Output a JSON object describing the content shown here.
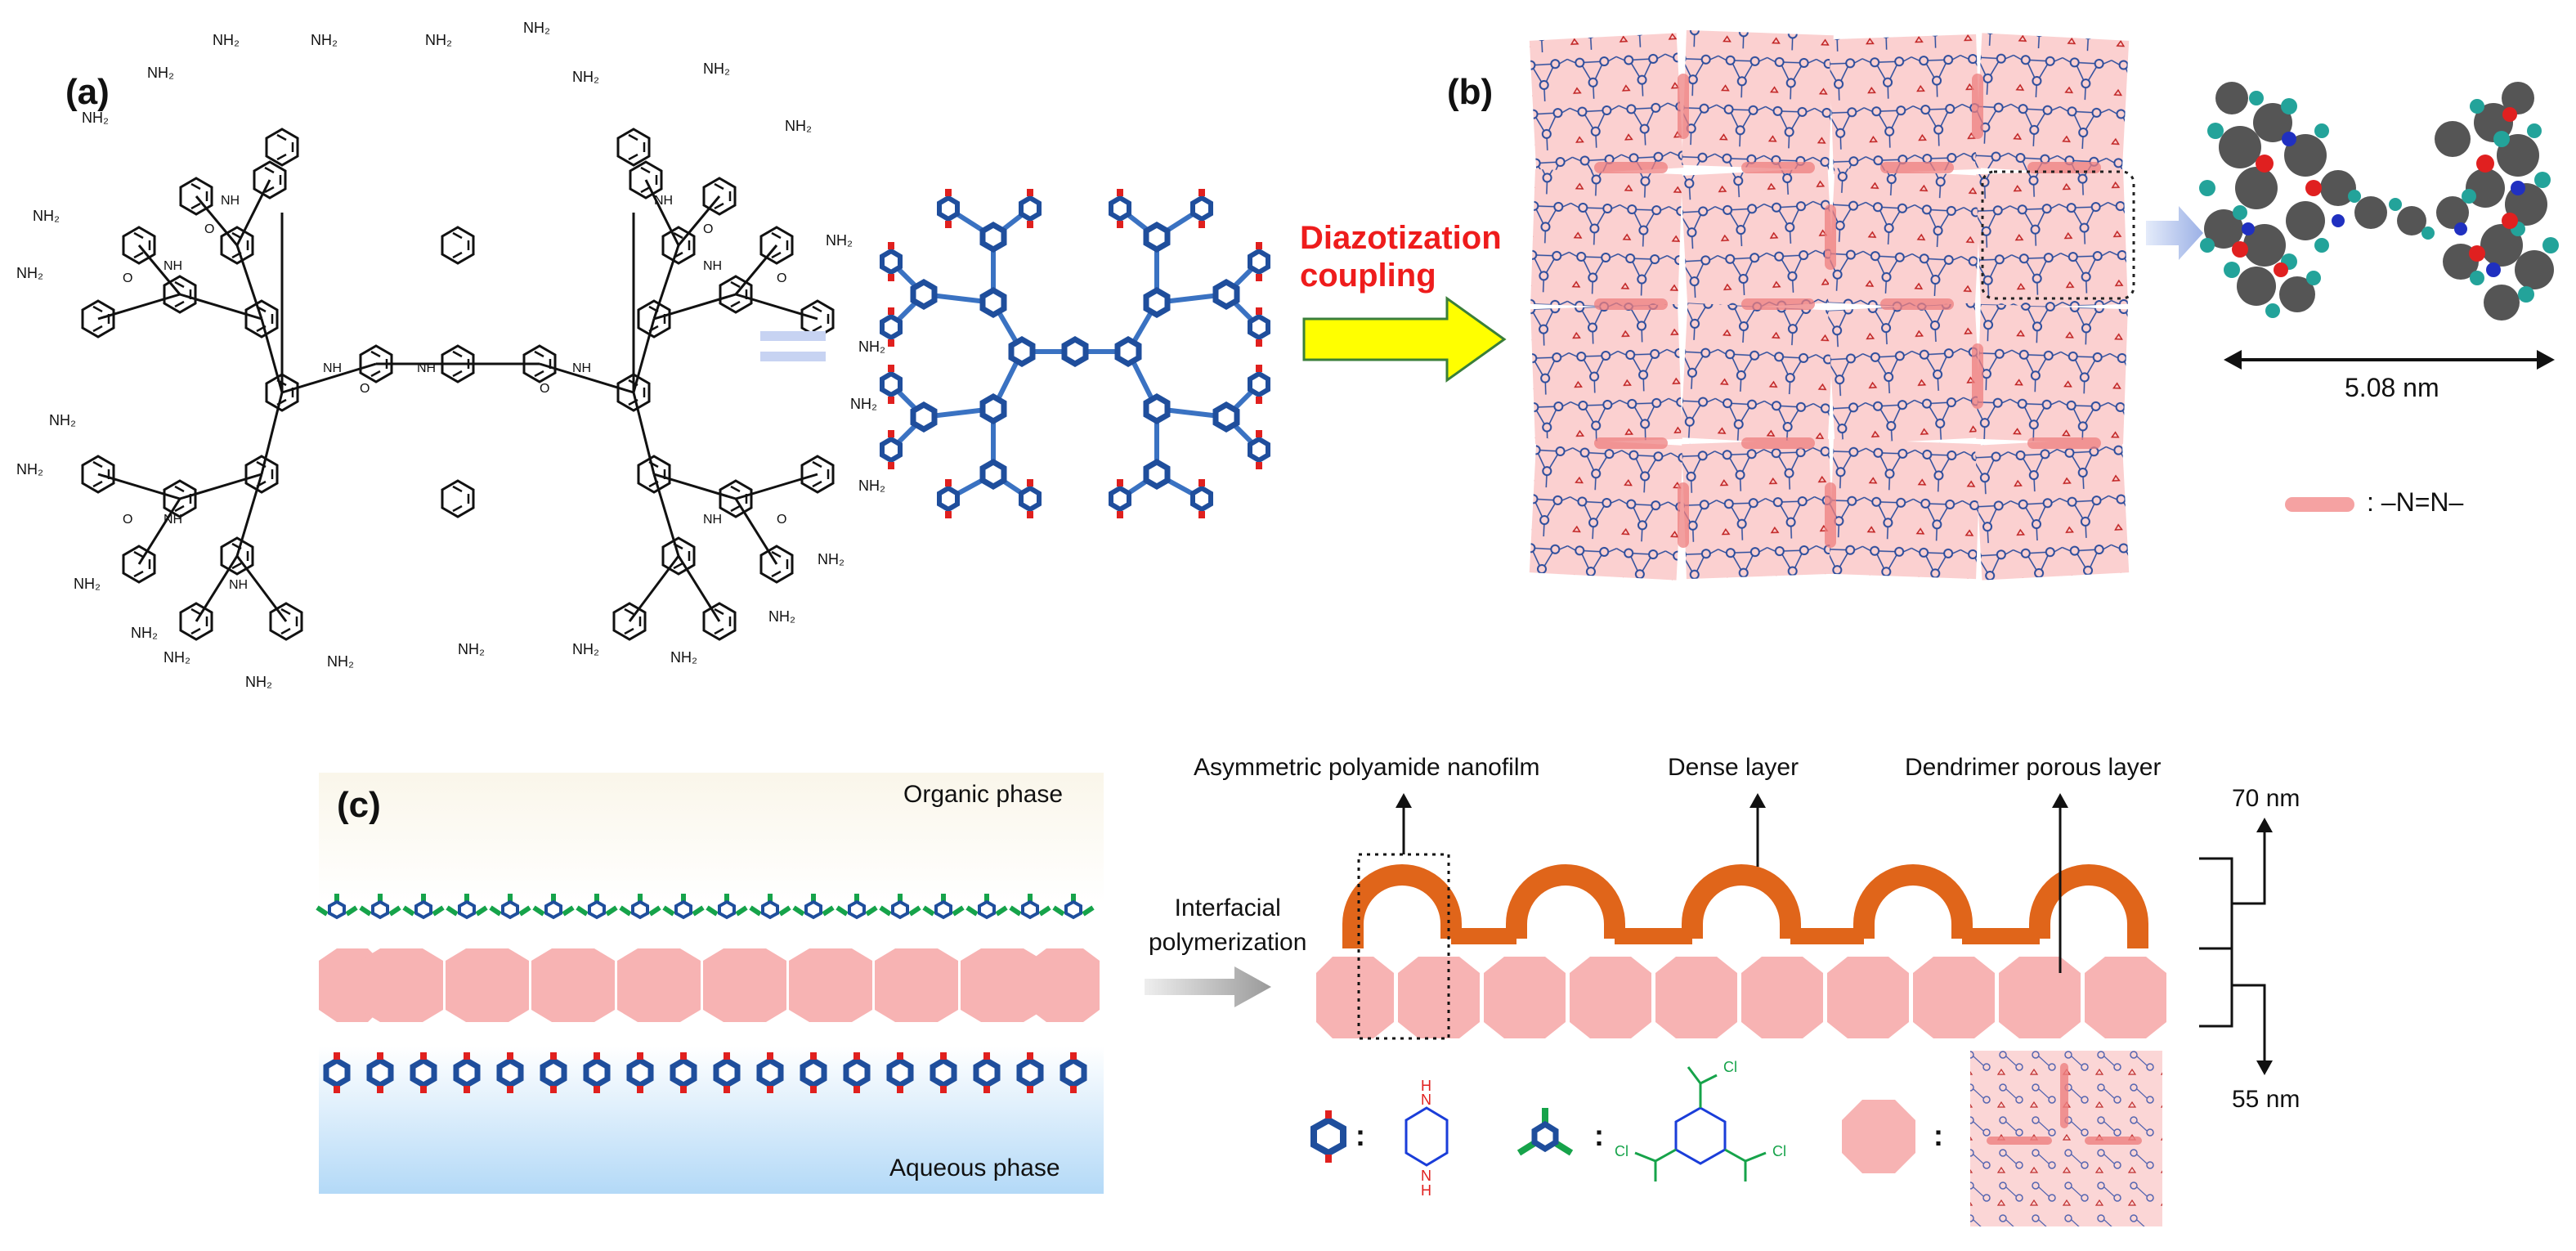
{
  "panel_a": {
    "label": "(a)",
    "amine_label": "NH₂",
    "amide_label": "NH",
    "carbonyl_label": "O"
  },
  "arrow_ab": {
    "line1": "Diazotization",
    "line2": "coupling"
  },
  "panel_b": {
    "label": "(b)",
    "dimension": "5.08 nm",
    "legend_text": ": –N=N–"
  },
  "panel_c": {
    "label": "(c)",
    "organic_phase": "Organic phase",
    "aqueous_phase": "Aqueous phase",
    "process_line1": "Interfacial",
    "process_line2": "polymerization",
    "label_nanofilm": "Asymmetric polyamide nanofilm",
    "label_dense": "Dense layer",
    "label_porous": "Dendrimer porous layer",
    "thickness_top": "70 nm",
    "thickness_bottom": "55 nm",
    "colon": ":",
    "acyl_cl": "Cl",
    "amine_h": "H",
    "amine_n": "N"
  },
  "colors": {
    "dendrimer_blue": "#1f4e9c",
    "oxygen_red": "#e0201e",
    "pink": "#f7b3b3",
    "polyamide_orange": "#e0651a",
    "monomer_green": "#16a34a",
    "arrow_yellow": "#ffff00"
  }
}
